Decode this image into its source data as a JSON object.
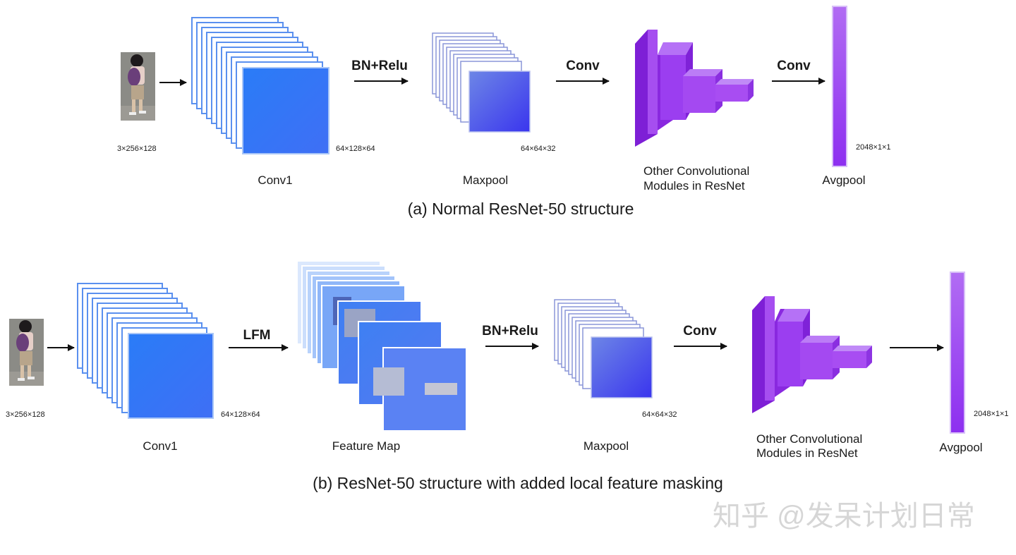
{
  "diagram_a": {
    "caption": "(a) Normal ResNet-50 structure",
    "input_dim": "3×256×128",
    "conv1_label": "Conv1",
    "conv1_dim": "64×128×64",
    "arrow1_label": "BN+Relu",
    "maxpool_label": "Maxpool",
    "maxpool_dim": "64×64×32",
    "arrow2_label": "Conv",
    "modules_label_line1": "Other Convolutional",
    "modules_label_line2": "Modules in ResNet",
    "arrow3_label": "Conv",
    "avgpool_label": "Avgpool",
    "avgpool_dim": "2048×1×1"
  },
  "diagram_b": {
    "caption": "(b) ResNet-50 structure with added local feature masking",
    "input_dim": "3×256×128",
    "conv1_label": "Conv1",
    "conv1_dim": "64×128×64",
    "arrow1_label": "LFM",
    "featuremap_label": "Feature Map",
    "arrow2_label": "BN+Relu",
    "maxpool_label": "Maxpool",
    "maxpool_dim": "64×64×32",
    "arrow3_label": "Conv",
    "modules_label_line1": "Other Convolutional",
    "modules_label_line2": "Modules in ResNet",
    "avgpool_label": "Avgpool",
    "avgpool_dim": "2048×1×1"
  },
  "watermark": "知乎 @发呆计划日常",
  "colors": {
    "conv_blue": "#2a7cf7",
    "maxpool_blue": "#5a46ee",
    "module_purple": "#9b3ef0",
    "avgpool_purple": "#a44ef2"
  }
}
